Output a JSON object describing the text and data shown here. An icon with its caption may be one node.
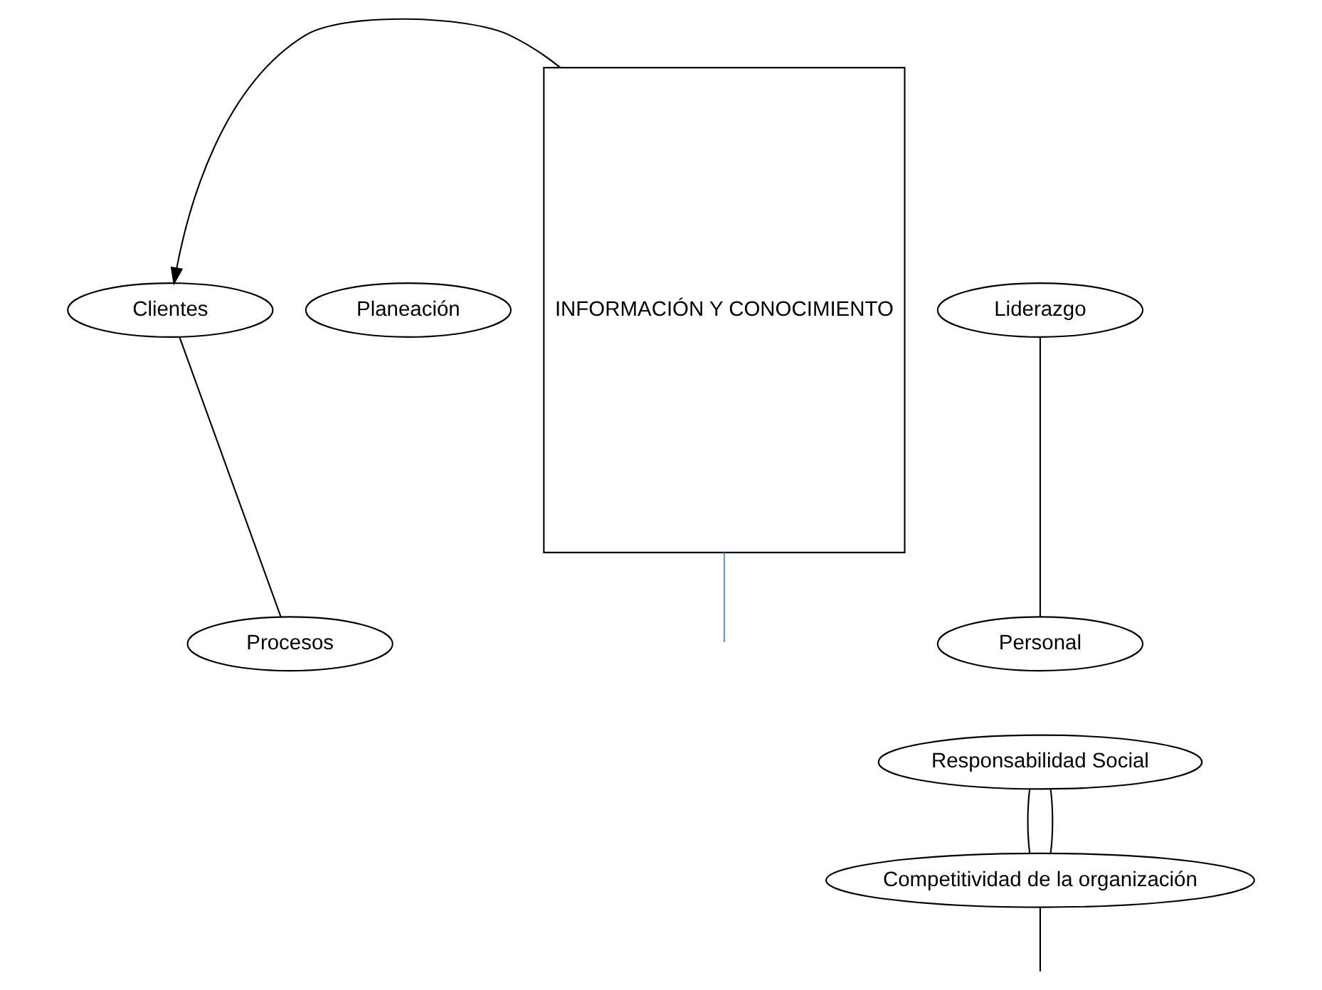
{
  "diagram": {
    "nodes": [
      {
        "text": [
          "Clientes"
        ]
      },
      {
        "text": [
          "Liderazgo"
        ]
      },
      {
        "text": [
          "Planeación"
        ]
      },
      {
        "text": [
          "Procesos"
        ]
      },
      {
        "text": [
          "Personal"
        ]
      },
      {
        "text": [
          "Responsabilidad Social"
        ]
      },
      {
        "text": [
          "Competitividad de la organización"
        ]
      },
      {
        "text": [
          "INFORMACIÓN Y CONOCIMIENTO"
        ]
      }
    ],
    "edges": [
      {
        "from": 7,
        "to": 0,
        "arrow": "to"
      },
      {
        "from": 0,
        "to": 3,
        "arrow": "none"
      },
      {
        "from": 1,
        "to": 4,
        "arrow": "none"
      },
      {
        "from": 5,
        "to": 6,
        "arrow": "none"
      },
      {
        "from": 5,
        "to": 6,
        "arrow": "none"
      },
      {
        "from": 6,
        "to": null,
        "arrow": "none"
      },
      {
        "from": 7,
        "to": null,
        "arrow": "none",
        "color": "#5b9bd5"
      }
    ]
  }
}
